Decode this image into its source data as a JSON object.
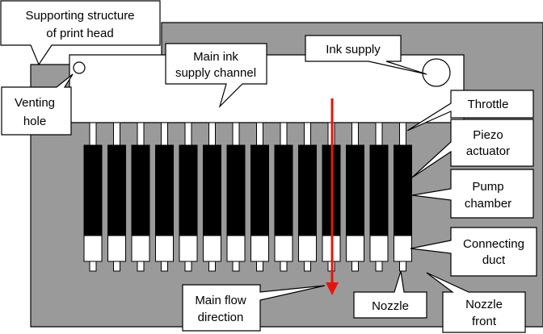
{
  "labels": {
    "supporting_structure": [
      "Supporting structure",
      "of print head"
    ],
    "venting_hole": [
      "Venting",
      "hole"
    ],
    "main_ink_supply_channel": [
      "Main ink",
      "supply channel"
    ],
    "ink_supply": [
      "Ink supply"
    ],
    "throttle": [
      "Throttle"
    ],
    "piezo_actuator": [
      "Piezo",
      "actuator"
    ],
    "pump_chamber": [
      "Pump",
      "chamber"
    ],
    "connecting_duct": [
      "Connecting",
      "duct"
    ],
    "main_flow_direction": [
      "Main flow",
      "direction"
    ],
    "nozzle": [
      "Nozzle"
    ],
    "nozzle_front": [
      "Nozzle",
      "front"
    ]
  },
  "nozzle_channel_count": 14,
  "colors": {
    "structure_gray": "#9a9a9a",
    "piezo_black": "#000000",
    "channel_white": "#ffffff",
    "flow_arrow_red": "#e8140c",
    "outline": "#000000"
  }
}
